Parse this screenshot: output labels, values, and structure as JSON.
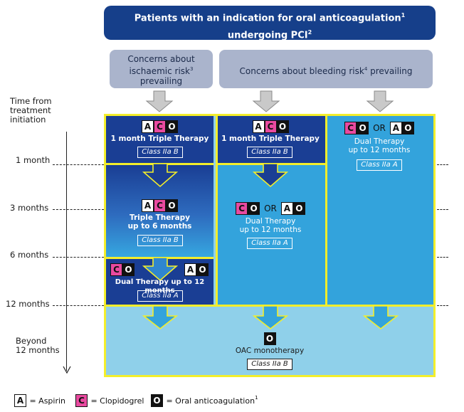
{
  "header": {
    "line1": "Patients with an indication for oral anticoagulation",
    "sup1": "1",
    "line2": "undergoing PCI",
    "sup2": "2"
  },
  "concerns": {
    "ischaemic_l1": "Concerns about",
    "ischaemic_l2": "ischaemic risk",
    "ischaemic_sup": "3",
    "ischaemic_l3": "prevailing",
    "bleeding": "Concerns about bleeding risk",
    "bleeding_sup": "4",
    "bleeding_end": " prevailing"
  },
  "timeline": {
    "start_l1": "Time from",
    "start_l2": "treatment",
    "start_l3": "initiation",
    "m1": "1 month",
    "m3": "3 months",
    "m6": "6 months",
    "m12": "12 months",
    "beyond_l1": "Beyond",
    "beyond_l2": "12 months"
  },
  "tokens": {
    "a": "A",
    "c": "C",
    "o": "O",
    "or": "OR"
  },
  "ischaemic": {
    "first": "1 month Triple Therapy",
    "first_class": "Class IIa B",
    "second_l1": "Triple Therapy",
    "second_l2": "up to 6 months",
    "second_class": "Class IIa B",
    "third": "Dual Therapy up to 12 months",
    "third_class": "Class IIa A"
  },
  "bleeding_a": {
    "first": "1 month Triple Therapy",
    "first_class": "Class IIa B",
    "second_l1": "Dual Therapy",
    "second_l2": "up to 12 months",
    "second_class": "Class IIa A"
  },
  "bleeding_b": {
    "l1": "Dual Therapy",
    "l2": "up to 12 months",
    "class": "Class IIa A"
  },
  "beyond": {
    "label": "OAC monotherapy",
    "class": "Class IIa B"
  },
  "legend": {
    "a": "= Aspirin",
    "c": "= Clopidogrel",
    "o": "= Oral anticoagulation",
    "o_sup": "1"
  },
  "colors": {
    "navy": "#163f8a",
    "yellow_border": "#f3ee2b",
    "light_blue": "#8fd0ea",
    "mid_blue": "#33a3dc",
    "clopidogrel_pink": "#e94aa0"
  }
}
